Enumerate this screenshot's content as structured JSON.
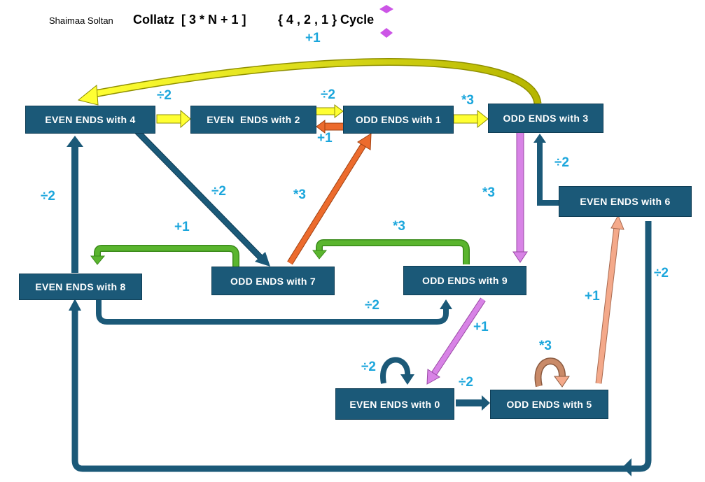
{
  "header": {
    "author": "Shaimaa Soltan",
    "title": "Collatz  [ 3 * N + 1 ]",
    "cycle": "{ 4 , 2 , 1 } Cycle"
  },
  "nodes": {
    "even4": "EVEN ENDS with 4",
    "even2": "EVEN  ENDS with 2",
    "odd1": "ODD ENDS with 1",
    "odd3": "ODD ENDS with 3",
    "even6": "EVEN ENDS with 6",
    "odd7": "ODD ENDS with 7",
    "even8": "EVEN ENDS with 8",
    "odd9": "ODD ENDS with 9",
    "even0": "EVEN ENDS with 0",
    "odd5": "ODD ENDS with 5"
  },
  "ops": {
    "top_plus1": "+1",
    "div2_4to2": "÷2",
    "div2_2to1": "÷2",
    "plus1_1to2": "+1",
    "mul3_1to3": "*3",
    "div2_6to3": "÷2",
    "div2_4to7": "÷2",
    "mul3_7to1": "*3",
    "mul3_3to9": "*3",
    "div2_8to4": "÷2",
    "plus1_7to8": "+1",
    "mul3_9to7": "*3",
    "div2_8to9": "÷2",
    "plus1_9to0": "+1",
    "div2_0self": "÷2",
    "div2_0to5": "÷2",
    "mul3_5self": "*3",
    "plus1_5to6": "+1",
    "div2_6to8": "÷2"
  },
  "colors": {
    "node_fill": "#1b5978",
    "label": "#1ba6dc",
    "arrow_navy": "#1b5978",
    "arrow_yellow": "#ffff33",
    "arrow_orange": "#ec6b2d",
    "arrow_green": "#5ab52e",
    "arrow_violet": "#d883e6",
    "arrow_peach": "#f4a98a",
    "arrow_brown": "#c98a68",
    "arrow_olive": "#c8c800"
  },
  "icons": [
    "purple-diamond-top-icon",
    "purple-diamond-bottom-icon"
  ]
}
